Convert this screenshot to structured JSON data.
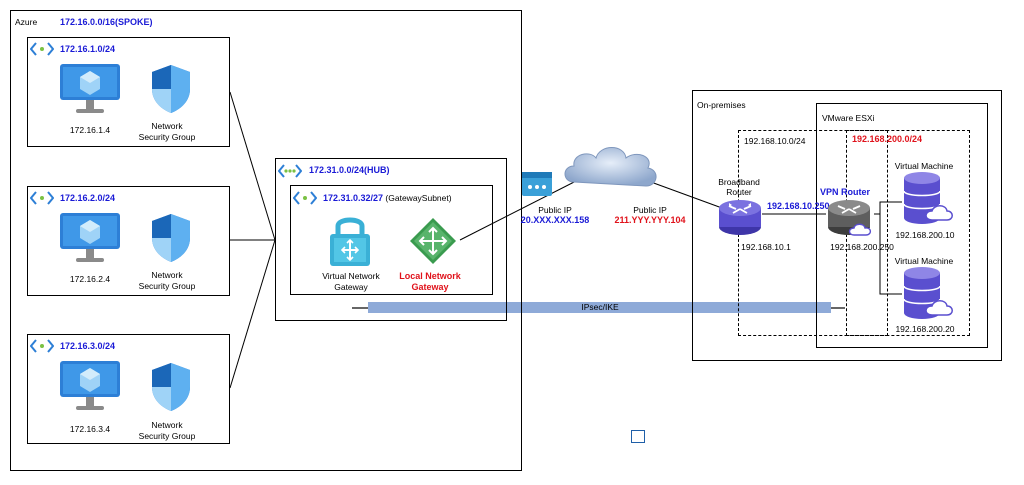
{
  "azure": {
    "label": "Azure",
    "spoke_cidr": "172.16.0.0/16(SPOKE)"
  },
  "spokes": [
    {
      "subnet": "172.16.1.0/24",
      "vm_ip": "172.16.1.4",
      "nsg_line1": "Network",
      "nsg_line2": "Security Group"
    },
    {
      "subnet": "172.16.2.0/24",
      "vm_ip": "172.16.2.4",
      "nsg_line1": "Network",
      "nsg_line2": "Security Group"
    },
    {
      "subnet": "172.16.3.0/24",
      "vm_ip": "172.16.3.4",
      "nsg_line1": "Network",
      "nsg_line2": "Security Group"
    }
  ],
  "hub": {
    "cidr": "172.31.0.0/24(HUB)",
    "gw_subnet_ip": "172.31.0.32/27",
    "gw_subnet_name": " (GatewaySubnet)",
    "vng_line1": "Virtual Network",
    "vng_line2": "Gateway",
    "lng_line1": "Local Network",
    "lng_line2": "Gateway"
  },
  "internet": {
    "azure_public_ip_label": "Public IP",
    "azure_public_ip": "20.XXX.XXX.158",
    "onprem_public_ip_label": "Public IP",
    "onprem_public_ip": "211.YYY.YYY.104"
  },
  "tunnel": {
    "label": "IPsec/IKE"
  },
  "onprem": {
    "label": "On-premises",
    "esxi_label": "VMware ESXi",
    "lan1_cidr": "192.168.10.0/24",
    "lan2_cidr": "192.168.200.0/24",
    "router_line1": "Broadband",
    "router_line2": "Router",
    "router_ip": "192.168.10.1",
    "vpn_router_label": "VPN Router",
    "vpn_router_wan_ip": "192.168.10.250",
    "vpn_router_lan_ip": "192.168.200.250",
    "vms": [
      {
        "label": "Virtual Machine",
        "ip": "192.168.200.10"
      },
      {
        "label": "Virtual Machine",
        "ip": "192.168.200.20"
      }
    ]
  },
  "colors": {
    "azure_blue": "#1a1ad6",
    "highlight_red": "#e0121b",
    "tunnel_fill": "#8eaad8",
    "vm_blue": "#2d7fd6",
    "router_purple": "#5a4fcf"
  }
}
